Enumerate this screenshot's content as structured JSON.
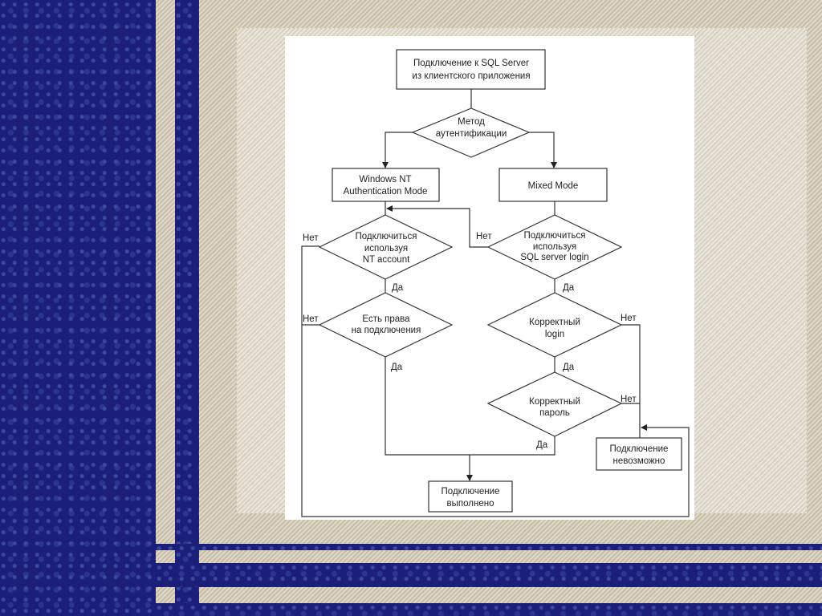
{
  "diagram": {
    "start": [
      "Подключение к SQL Server",
      "из клиентского приложения"
    ],
    "auth_method": [
      "Метод",
      "аутентификации"
    ],
    "windows_mode": [
      "Windows NT",
      "Authentication Mode"
    ],
    "mixed_mode": "Mixed Mode",
    "nt_account": [
      "Подключиться",
      "используя",
      "NT account"
    ],
    "sql_login": [
      "Подключиться",
      "используя",
      "SQL server login"
    ],
    "has_rights": [
      "Есть права",
      "на подключения"
    ],
    "correct_login": [
      "Корректный",
      "login"
    ],
    "correct_password": [
      "Корректный",
      "пароль"
    ],
    "success": [
      "Подключение",
      "выполнено"
    ],
    "failure": [
      "Подключение",
      "невозможно"
    ],
    "yes": "Да",
    "no": "Нет"
  }
}
